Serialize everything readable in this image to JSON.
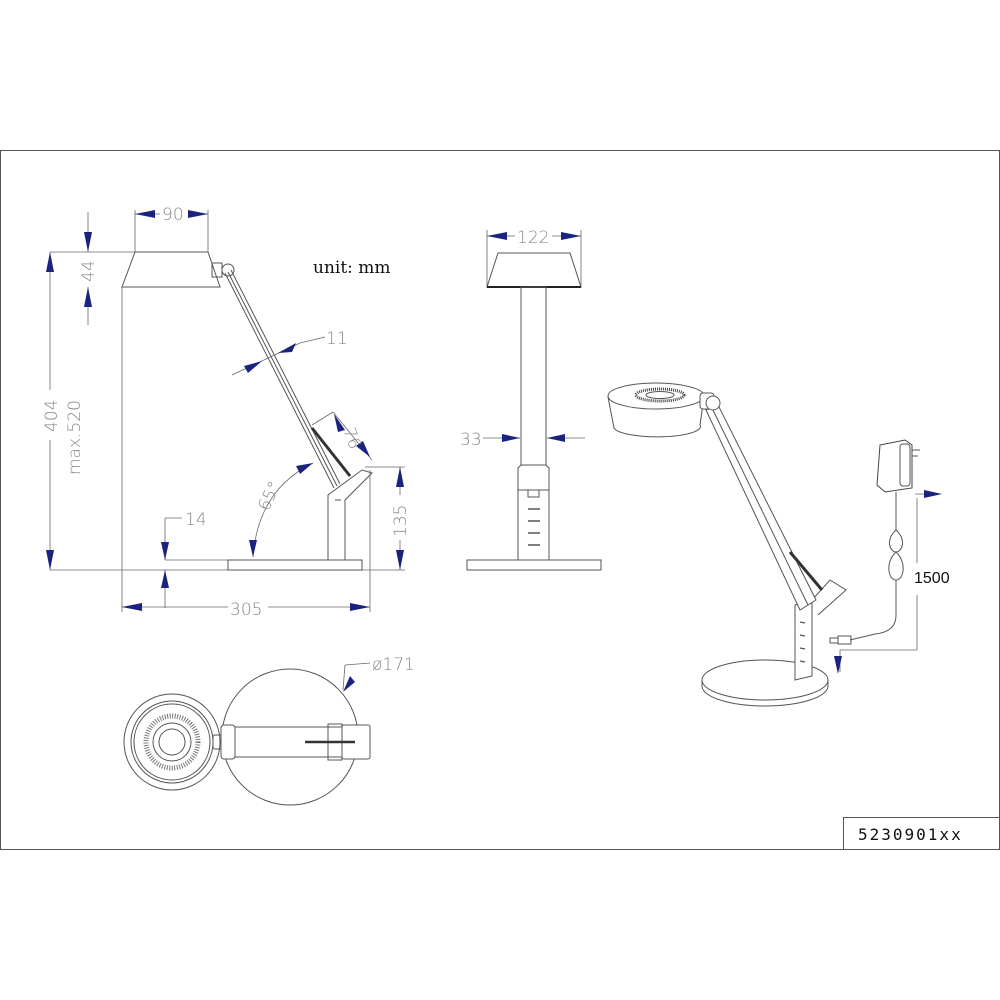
{
  "drawing": {
    "unit_label": "unit: mm",
    "part_number": "5230901xx",
    "side_view": {
      "shade_width": "90",
      "shade_height": "44",
      "height": "404",
      "max_height": "max.520",
      "arm_width": "11",
      "spring_length": "76",
      "angle": "65°",
      "base_thickness": "14",
      "stand_height": "135",
      "depth": "305"
    },
    "front_view": {
      "shade_width": "122",
      "pole_width": "33"
    },
    "top_view": {
      "base_diameter": "ø171"
    },
    "perspective_view": {
      "cable_length": "1500"
    },
    "colors": {
      "dimension_arrow": "#1a237e",
      "line": "#555555"
    }
  }
}
